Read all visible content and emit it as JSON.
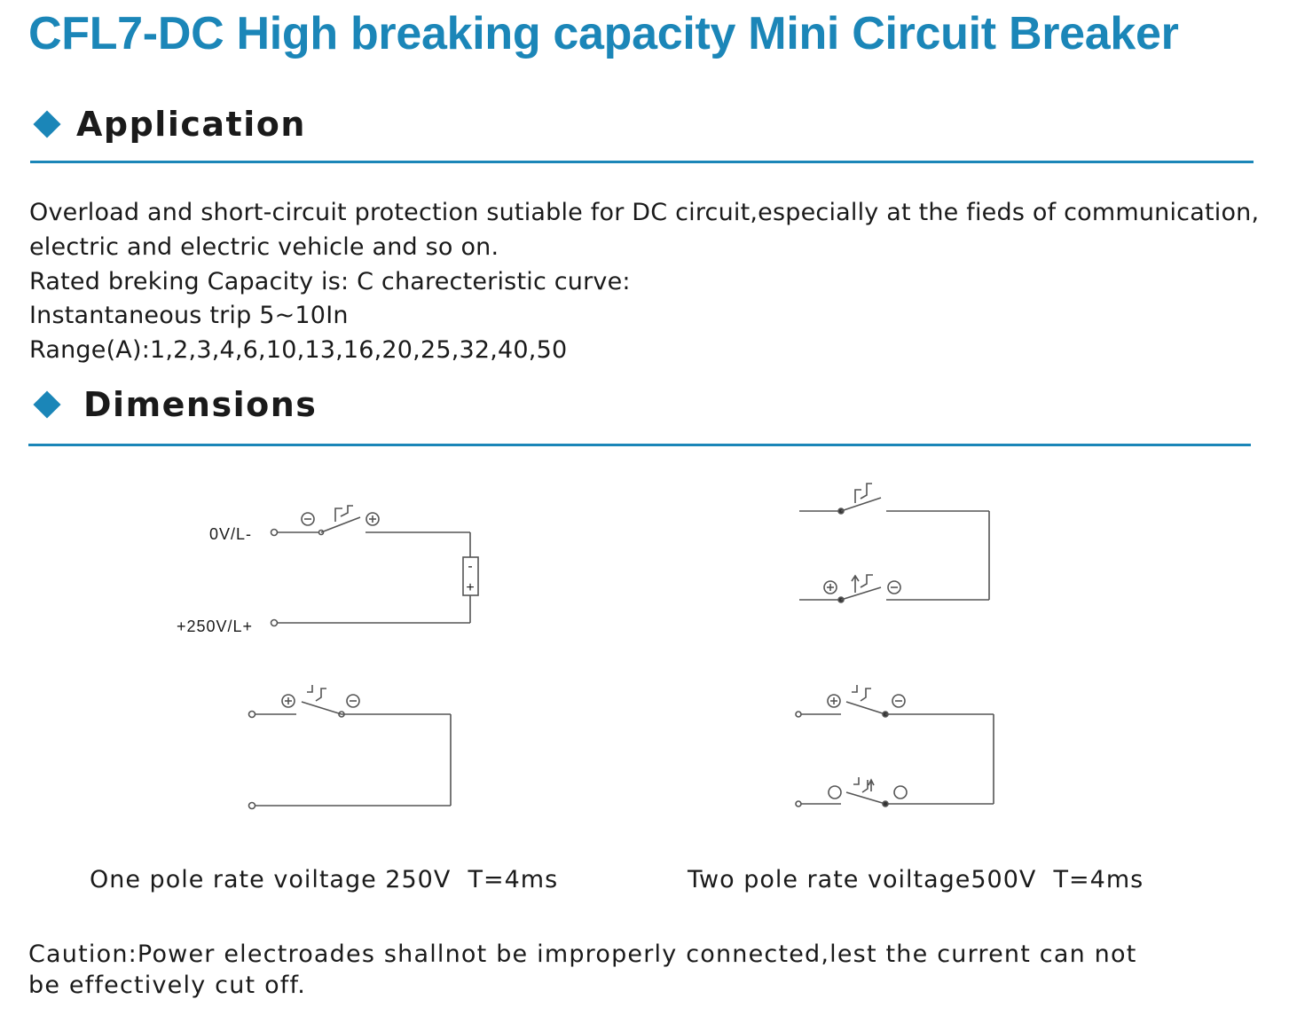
{
  "title": "CFL7-DC High breaking capacity Mini Circuit Breaker",
  "application": {
    "heading": "Application",
    "lines": [
      "Overload and short-circuit protection sutiable for DC circuit,especially at the fieds of communication,",
      "electric and electric vehicle and so on.",
      "Rated breking Capacity is: C charecteristic curve:",
      "Instantaneous trip 5~10In",
      "Range(A):1,2,3,4,6,10,13,16,20,25,32,40,50"
    ]
  },
  "dimensions": {
    "heading": "Dimensions",
    "diagram_labels": {
      "terminal_top": "0V/L-",
      "terminal_bottom": "+250V/L+",
      "plus": "+",
      "minus": "-"
    },
    "captions": {
      "one_pole": "One pole rate voiltage 250V  T=4ms",
      "two_pole": "Two pole rate voiltage500V  T=4ms"
    }
  },
  "caution": {
    "lines": [
      "Caution:Power electroades shallnot be improperly connected,lest the current can not",
      "be effectively cut off."
    ]
  },
  "colors": {
    "accent": "#1b86b8",
    "text": "#1a1a1a",
    "line": "#555555"
  }
}
